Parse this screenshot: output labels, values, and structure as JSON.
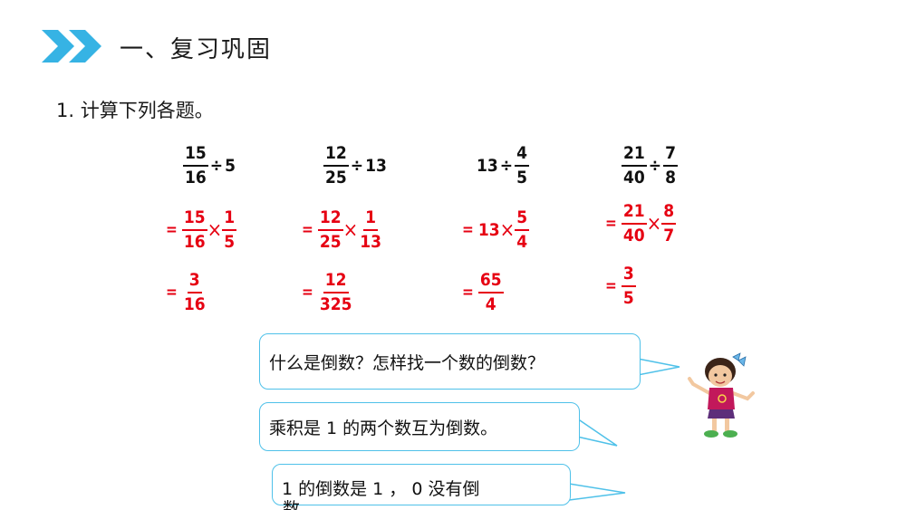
{
  "header": {
    "title": "一、复习巩固",
    "accent_color": "#36b3e4",
    "icon": "double-chevron-right-icon"
  },
  "question": {
    "label": "1. 计算下列各题。"
  },
  "problems": [
    {
      "prompt": {
        "a_num": "15",
        "a_den": "16",
        "op": "÷",
        "b": "5"
      },
      "step1": {
        "eq": "=",
        "a_num": "15",
        "a_den": "16",
        "op": "×",
        "b_num": "1",
        "b_den": "5"
      },
      "result": {
        "eq": "=",
        "num": "3",
        "den": "16"
      }
    },
    {
      "prompt": {
        "a_num": "12",
        "a_den": "25",
        "op": "÷",
        "b": "13"
      },
      "step1": {
        "eq": "=",
        "a_num": "12",
        "a_den": "25",
        "op": "×",
        "b_num": "1",
        "b_den": "13"
      },
      "result": {
        "eq": "=",
        "num": "12",
        "den": "325"
      }
    },
    {
      "prompt": {
        "a": "13",
        "op": "÷",
        "b_num": "4",
        "b_den": "5"
      },
      "step1": {
        "eq": "=",
        "a": "13",
        "op": "×",
        "b_num": "5",
        "b_den": "4"
      },
      "result": {
        "eq": "=",
        "num": "65",
        "den": "4"
      }
    },
    {
      "prompt": {
        "a_num": "21",
        "a_den": "40",
        "op": "÷",
        "b_num": "7",
        "b_den": "8"
      },
      "step1": {
        "eq": "=",
        "a_num": "21",
        "a_den": "40",
        "op": "×",
        "b_num": "8",
        "b_den": "7"
      },
      "result": {
        "eq": "=",
        "num": "3",
        "den": "5"
      }
    }
  ],
  "bubbles": {
    "q1": "什么是倒数？怎样找一个数的倒数？",
    "a1": "乘积是 1 的两个数互为倒数。",
    "a2": "1 的倒数是 1 ， 0 没有倒",
    "a2_cut": "数"
  },
  "colors": {
    "answer_red": "#e60012",
    "bubble_border": "#4fc1e9"
  },
  "illustration": "girl-character-icon"
}
